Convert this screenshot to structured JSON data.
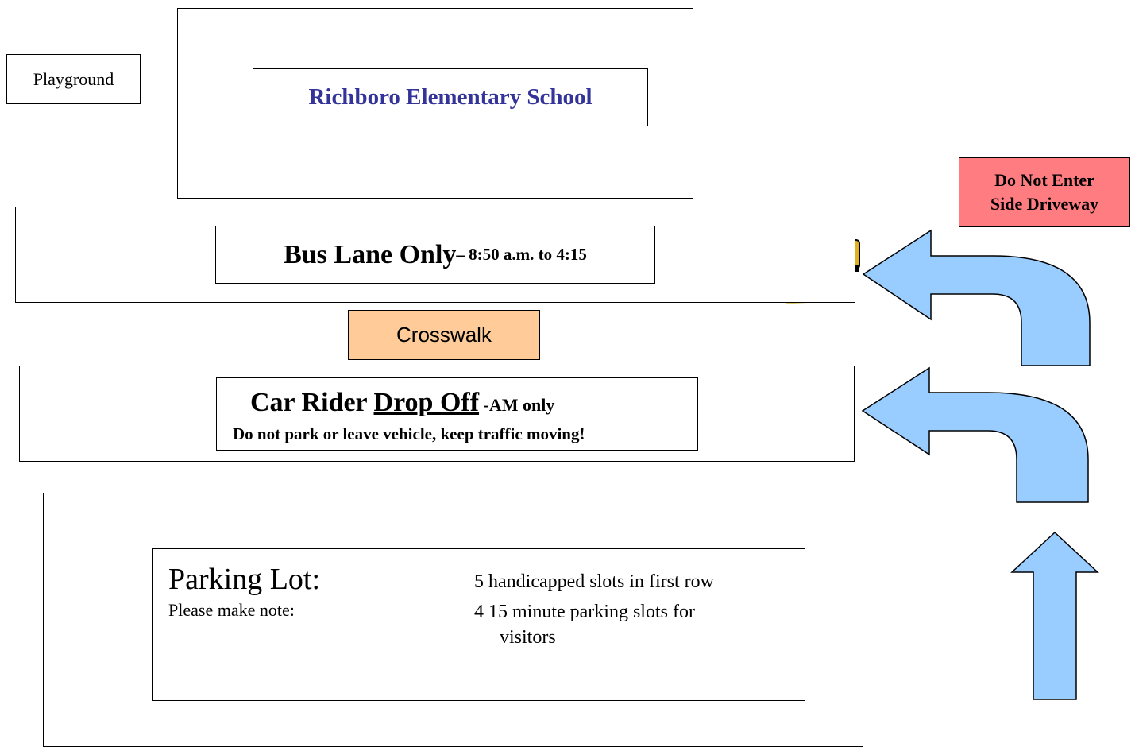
{
  "playground": "Playground",
  "school": "Richboro Elementary School",
  "do_not_enter": {
    "line1": "Do Not Enter",
    "line2": "Side Driveway"
  },
  "bus_lane": {
    "main": "Bus Lane Only",
    "times": " – 8:50 a.m. to 4:15"
  },
  "crosswalk": "Crosswalk",
  "car_rider": {
    "prefix": "Car Rider ",
    "underlined": "Drop Off",
    "suffix": " -AM only",
    "note": "Do not park or leave vehicle, keep traffic moving!"
  },
  "parking": {
    "title": "Parking Lot:",
    "note": "Please make note:",
    "item1": "5 handicapped slots in first row",
    "item2_line1": "4 15 minute parking slots for",
    "item2_line2": "visitors"
  },
  "colors": {
    "school_text": "#333399",
    "do_not_enter_bg": "#ff7c80",
    "crosswalk_bg": "#ffcc99",
    "arrow_fill": "#99ccff"
  },
  "icons": [
    "school-bus-icon",
    "car-icon"
  ]
}
